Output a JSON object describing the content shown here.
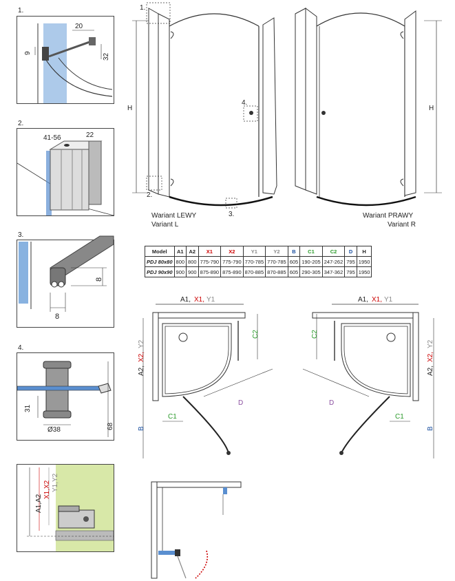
{
  "detail_panels": [
    {
      "num": "1.",
      "dims": {
        "a": "20",
        "b": "9",
        "c": "32"
      }
    },
    {
      "num": "2.",
      "dims": {
        "a": "41-56",
        "b": "22"
      }
    },
    {
      "num": "3.",
      "dims": {
        "a": "8",
        "b": "8"
      }
    },
    {
      "num": "4.",
      "dims": {
        "a": "31",
        "b": "Ø38",
        "c": "68"
      }
    },
    {
      "dims": {
        "a": "A1,A2",
        "b": "X1,X2",
        "c": "Y1,Y2"
      }
    }
  ],
  "elevation": {
    "h_label": "H",
    "callouts": [
      "1.",
      "2.",
      "3.",
      "4."
    ],
    "variant_left": {
      "line1": "Wariant LEWY",
      "line2": "Variant L"
    },
    "variant_right": {
      "line1": "Wariant PRAWY",
      "line2": "Variant R"
    }
  },
  "table": {
    "headers": [
      "Model",
      "A1",
      "A2",
      "X1",
      "X2",
      "Y1",
      "Y2",
      "B",
      "C1",
      "C2",
      "D",
      "H"
    ],
    "header_colors": [
      "#222222",
      "#222222",
      "#222222",
      "#cc0000",
      "#cc0000",
      "#888888",
      "#888888",
      "#1a4fa0",
      "#2a9a2a",
      "#2a9a2a",
      "#1a4fa0",
      "#222222"
    ],
    "rows": [
      [
        "PDJ 80x80",
        "800",
        "800",
        "775-790",
        "775-790",
        "770-785",
        "770-785",
        "605",
        "190-205",
        "247-262",
        "795",
        "1950"
      ],
      [
        "PDJ 90x90",
        "900",
        "900",
        "875-890",
        "875-890",
        "870-885",
        "870-885",
        "605",
        "290-305",
        "347-362",
        "795",
        "1950"
      ]
    ]
  },
  "plan": {
    "top_a1": "A1,",
    "top_x1": "X1,",
    "top_y1": "Y1",
    "side_a2": "A2,",
    "side_x2": "X2,",
    "side_y2": "Y2",
    "b": "B",
    "c1": "C1",
    "c2": "C2",
    "d": "D"
  },
  "colors": {
    "red": "#cc0000",
    "grey": "#888888",
    "blue": "#1a4fa0",
    "green": "#2a9a2a",
    "purple": "#8a4fa0",
    "glass": "#5a8fd0",
    "wall_green": "#d8e8a8"
  }
}
